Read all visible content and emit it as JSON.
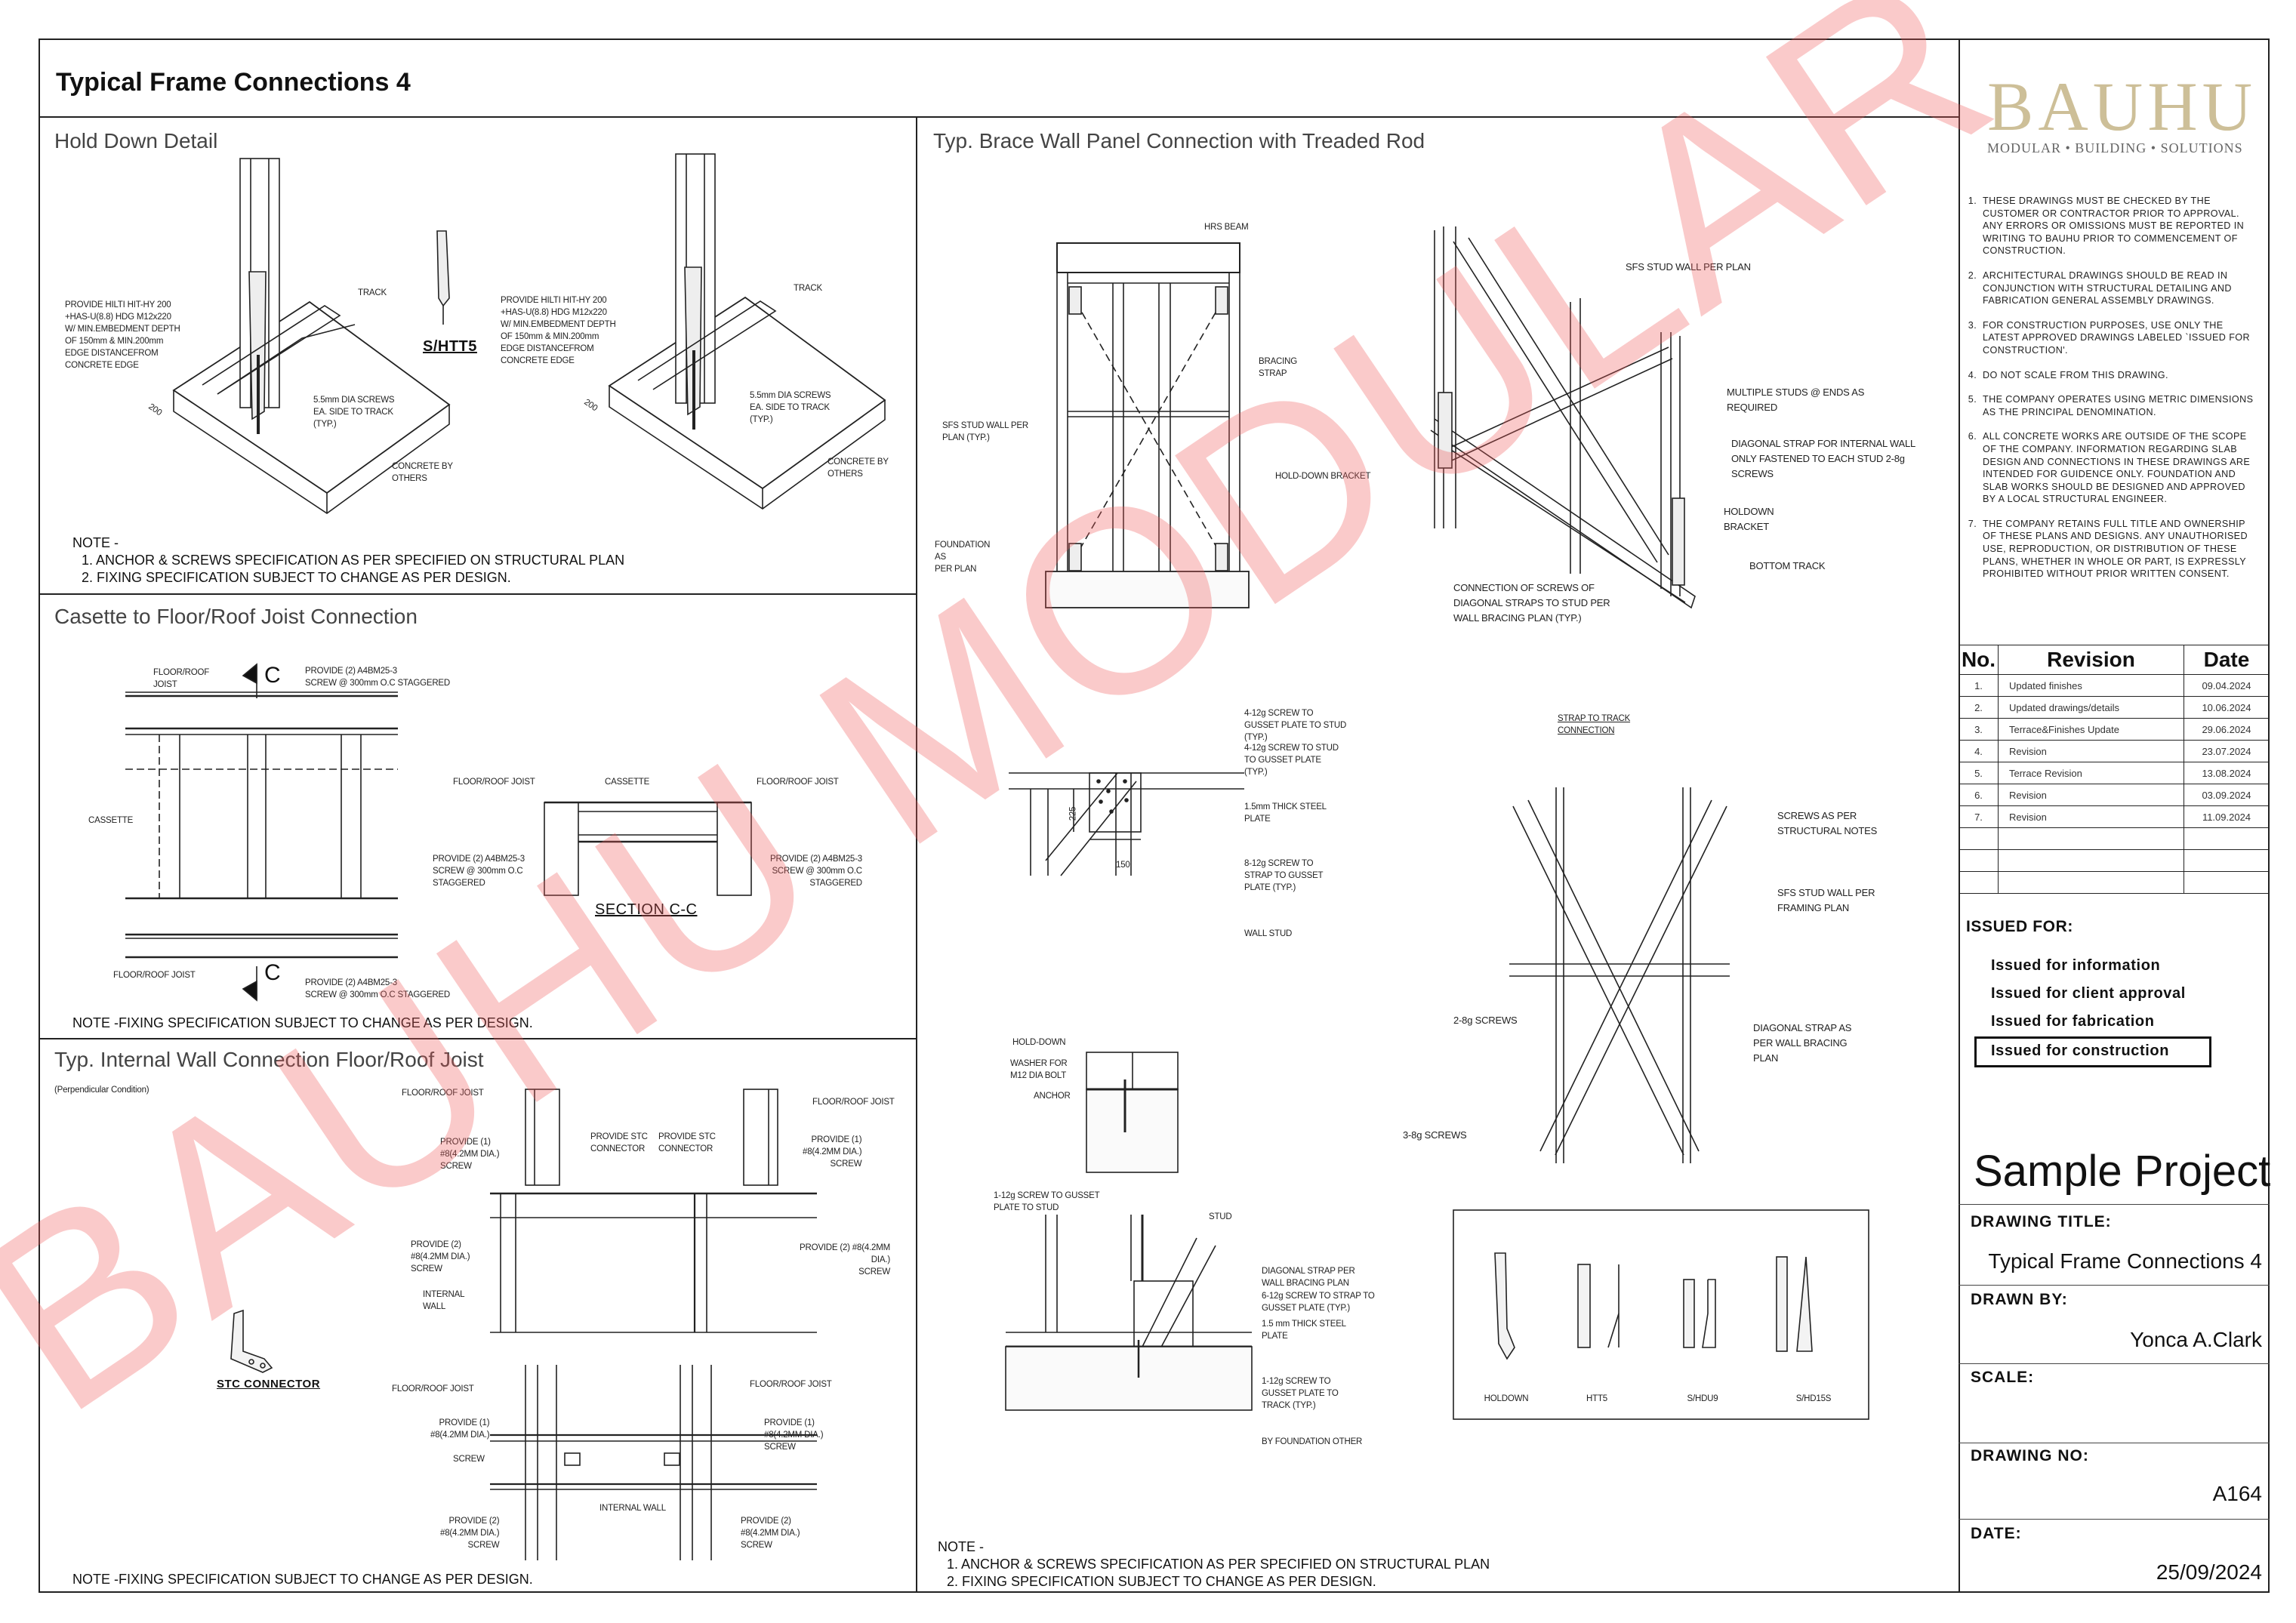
{
  "sheet": {
    "title": "Typical Frame Connections 4"
  },
  "hold_down": {
    "title": "Hold Down Detail",
    "anchor_spec": "PROVIDE HILTI HIT-HY 200\n+HAS-U(8.8) HDG M12x220\nW/ MIN.EMBEDMENT DEPTH\nOF 150mm & MIN.200mm\nEDGE DISTANCEFROM\nCONCRETE EDGE",
    "track": "TRACK",
    "screws": "5.5mm DIA SCREWS\nEA. SIDE TO TRACK\n(TYP.)",
    "concrete": "CONCRETE BY\nOTHERS",
    "dim": "200",
    "product": "S/HTT5",
    "note_head": "NOTE -",
    "note_1": "1.    ANCHOR & SCREWS SPECIFICATION AS PER SPECIFIED ON STRUCTURAL PLAN",
    "note_2": "2.    FIXING SPECIFICATION SUBJECT TO CHANGE AS PER DESIGN."
  },
  "casette": {
    "title": "Casette to Floor/Roof Joist Connection",
    "joist_top": "FLOOR/ROOF\nJOIST",
    "joist_bottom": "FLOOR/ROOF JOIST",
    "section_mark": "C",
    "screw_spec": "PROVIDE (2) A4BM25-3\nSCREW @ 300mm O.C STAGGERED",
    "cassette": "CASSETTE",
    "sec_joist": "FLOOR/ROOF JOIST",
    "sec_screw": "PROVIDE (2) A4BM25-3\nSCREW @ 300mm O.C\nSTAGGERED",
    "section_title": "SECTION C-C",
    "note": "NOTE -FIXING SPECIFICATION SUBJECT TO CHANGE AS PER DESIGN."
  },
  "internal_wall": {
    "title": "Typ. Internal Wall Connection Floor/Roof Joist",
    "subtitle": "(Perpendicular Condition)",
    "joist": "FLOOR/ROOF JOIST",
    "screw_1": "PROVIDE (1)\n#8(4.2MM DIA.)\nSCREW",
    "stc": "PROVIDE STC\nCONNECTOR",
    "screw_2": "PROVIDE (2)\n#8(4.2MM DIA.)\nSCREW",
    "screw_2_right": "PROVIDE (2) #8(4.2MM\nDIA.)\nSCREW",
    "wall": "INTERNAL\nWALL",
    "screw_1_short": "PROVIDE (1)\n#8(4.2MM DIA.)",
    "screw": "SCREW",
    "wall_inline": "INTERNAL WALL",
    "stc_title": "STC CONNECTOR",
    "note": "NOTE -FIXING SPECIFICATION SUBJECT TO CHANGE AS PER DESIGN."
  },
  "brace_wall": {
    "title": "Typ. Brace Wall Panel Connection with Treaded Rod",
    "hrs_beam": "HRS BEAM",
    "bracing_strap": "BRACING\nSTRAP",
    "sfs_typ": "SFS STUD WALL PER\nPLAN (TYP.)",
    "holddown_bracket": "HOLD-DOWN BRACKET",
    "foundation": "FOUNDATION\nAS\nPER PLAN",
    "sfs_plan": "SFS STUD WALL PER PLAN",
    "multiple_studs": "MULTIPLE STUDS @ ENDS AS\nREQUIRED",
    "diag_strap": "DIAGONAL STRAP FOR INTERNAL WALL\nONLY FASTENED TO EACH STUD 2-8g\nSCREWS",
    "holdown": "HOLDOWN\nBRACKET",
    "bottom_track": "BOTTOM TRACK",
    "connection": "CONNECTION OF SCREWS OF\nDIAGONAL STRAPS TO STUD PER\nWALL BRACING PLAN (TYP.)",
    "g1": "4-12g SCREW TO\nGUSSET PLATE TO STUD\n(TYP.)",
    "g2": "4-12g SCREW TO STUD\nTO GUSSET PLATE\n(TYP.)",
    "g3": "1.5mm THICK STEEL\nPLATE",
    "g4": "8-12g SCREW TO\nSTRAP TO GUSSET\nPLATE (TYP.)",
    "g5": "WALL STUD",
    "dim_225": "225",
    "dim_150": "150",
    "hd_label": "HOLD-DOWN",
    "washer": "WASHER FOR\nM12 DIA BOLT",
    "anchor": "ANCHOR",
    "strap_track": "STRAP TO TRACK\nCONNECTION",
    "screws_notes": "SCREWS AS PER\nSTRUCTURAL NOTES",
    "sfs_framing": "SFS STUD WALL PER\nFRAMING PLAN",
    "two_screws": "2-8g SCREWS",
    "diag_plan": "DIAGONAL STRAP AS\nPER WALL BRACING\nPLAN",
    "three_screws": "3-8g SCREWS",
    "b1": "1-12g SCREW TO GUSSET\nPLATE TO STUD",
    "b_stud": "STUD",
    "b2": "DIAGONAL STRAP PER\nWALL BRACING PLAN",
    "b3": "6-12g SCREW TO STRAP TO\nGUSSET PLATE (TYP.)",
    "b4": "1.5 mm THICK STEEL\nPLATE",
    "b5": "1-12g SCREW TO\nGUSSET PLATE TO\nTRACK (TYP.)",
    "b6": "BY FOUNDATION OTHER",
    "legend": [
      "HOLDOWN",
      "HTT5",
      "S/HDU9",
      "S/HD15S"
    ],
    "note_head": "NOTE -",
    "note_1": "1.    ANCHOR & SCREWS SPECIFICATION AS PER SPECIFIED ON STRUCTURAL PLAN",
    "note_2": "2.    FIXING SPECIFICATION SUBJECT TO CHANGE AS PER DESIGN."
  },
  "title_block": {
    "logo": "BAUHU",
    "logo_tagline": "MODULAR  •  BUILDING  •  SOLUTIONS",
    "notes": [
      "THESE DRAWINGS MUST BE CHECKED BY THE CUSTOMER OR CONTRACTOR PRIOR TO APPROVAL. ANY ERRORS OR OMISSIONS MUST BE REPORTED IN WRITING TO BAUHU PRIOR TO COMMENCEMENT OF CONSTRUCTION.",
      "ARCHITECTURAL DRAWINGS SHOULD BE READ IN CONJUNCTION WITH STRUCTURAL DETAILING AND FABRICATION GENERAL ASSEMBLY DRAWINGS.",
      "FOR CONSTRUCTION PURPOSES, USE ONLY THE LATEST APPROVED DRAWINGS LABELED `ISSUED FOR CONSTRUCTION'.",
      "DO NOT SCALE FROM THIS DRAWING.",
      "THE COMPANY OPERATES USING METRIC DIMENSIONS AS THE PRINCIPAL DENOMINATION.",
      "ALL CONCRETE WORKS ARE OUTSIDE OF THE SCOPE OF THE COMPANY. INFORMATION REGARDING SLAB DESIGN AND CONNECTIONS IN THESE DRAWINGS ARE INTENDED FOR GUIDENCE ONLY. FOUNDATION AND SLAB WORKS SHOULD BE DESIGNED AND APPROVED BY A LOCAL STRUCTURAL ENGINEER.",
      "THE COMPANY RETAINS FULL TITLE AND OWNERSHIP OF THESE PLANS AND DESIGNS. ANY UNAUTHORISED USE, REPRODUCTION, OR DISTRIBUTION OF THESE PLANS, WHETHER IN WHOLE OR PART, IS EXPRESSLY PROHIBITED WITHOUT PRIOR WRITTEN CONSENT."
    ],
    "revision_headers": [
      "No.",
      "Revision",
      "Date"
    ],
    "revisions": [
      {
        "no": "1.",
        "text": "Updated finishes",
        "date": "09.04.2024"
      },
      {
        "no": "2.",
        "text": "Updated drawings/details",
        "date": "10.06.2024"
      },
      {
        "no": "3.",
        "text": "Terrace&Finishes Update",
        "date": "29.06.2024"
      },
      {
        "no": "4.",
        "text": "Revision",
        "date": "23.07.2024"
      },
      {
        "no": "5.",
        "text": "Terrace Revision",
        "date": "13.08.2024"
      },
      {
        "no": "6.",
        "text": "Revision",
        "date": "03.09.2024"
      },
      {
        "no": "7.",
        "text": "Revision",
        "date": "11.09.2024"
      }
    ],
    "issued_for_label": "ISSUED FOR:",
    "issued_options": [
      "Issued for information",
      "Issued for client approval",
      "Issued for fabrication",
      "Issued for construction"
    ],
    "issued_selected": "Issued for construction",
    "project": "Sample Project",
    "drawing_title_label": "DRAWING TITLE:",
    "drawing_title": "Typical Frame Connections 4",
    "drawn_by_label": "DRAWN BY:",
    "drawn_by": "Yonca A.Clark",
    "scale_label": "SCALE:",
    "drawing_no_label": "DRAWING NO:",
    "drawing_no": "A164",
    "date_label": "DATE:",
    "date": "25/09/2024"
  },
  "watermark": "BAUHU MODULAR",
  "colors": {
    "watermark": "#f05a5a",
    "logo": "#cdbf98",
    "line": "#222222"
  }
}
